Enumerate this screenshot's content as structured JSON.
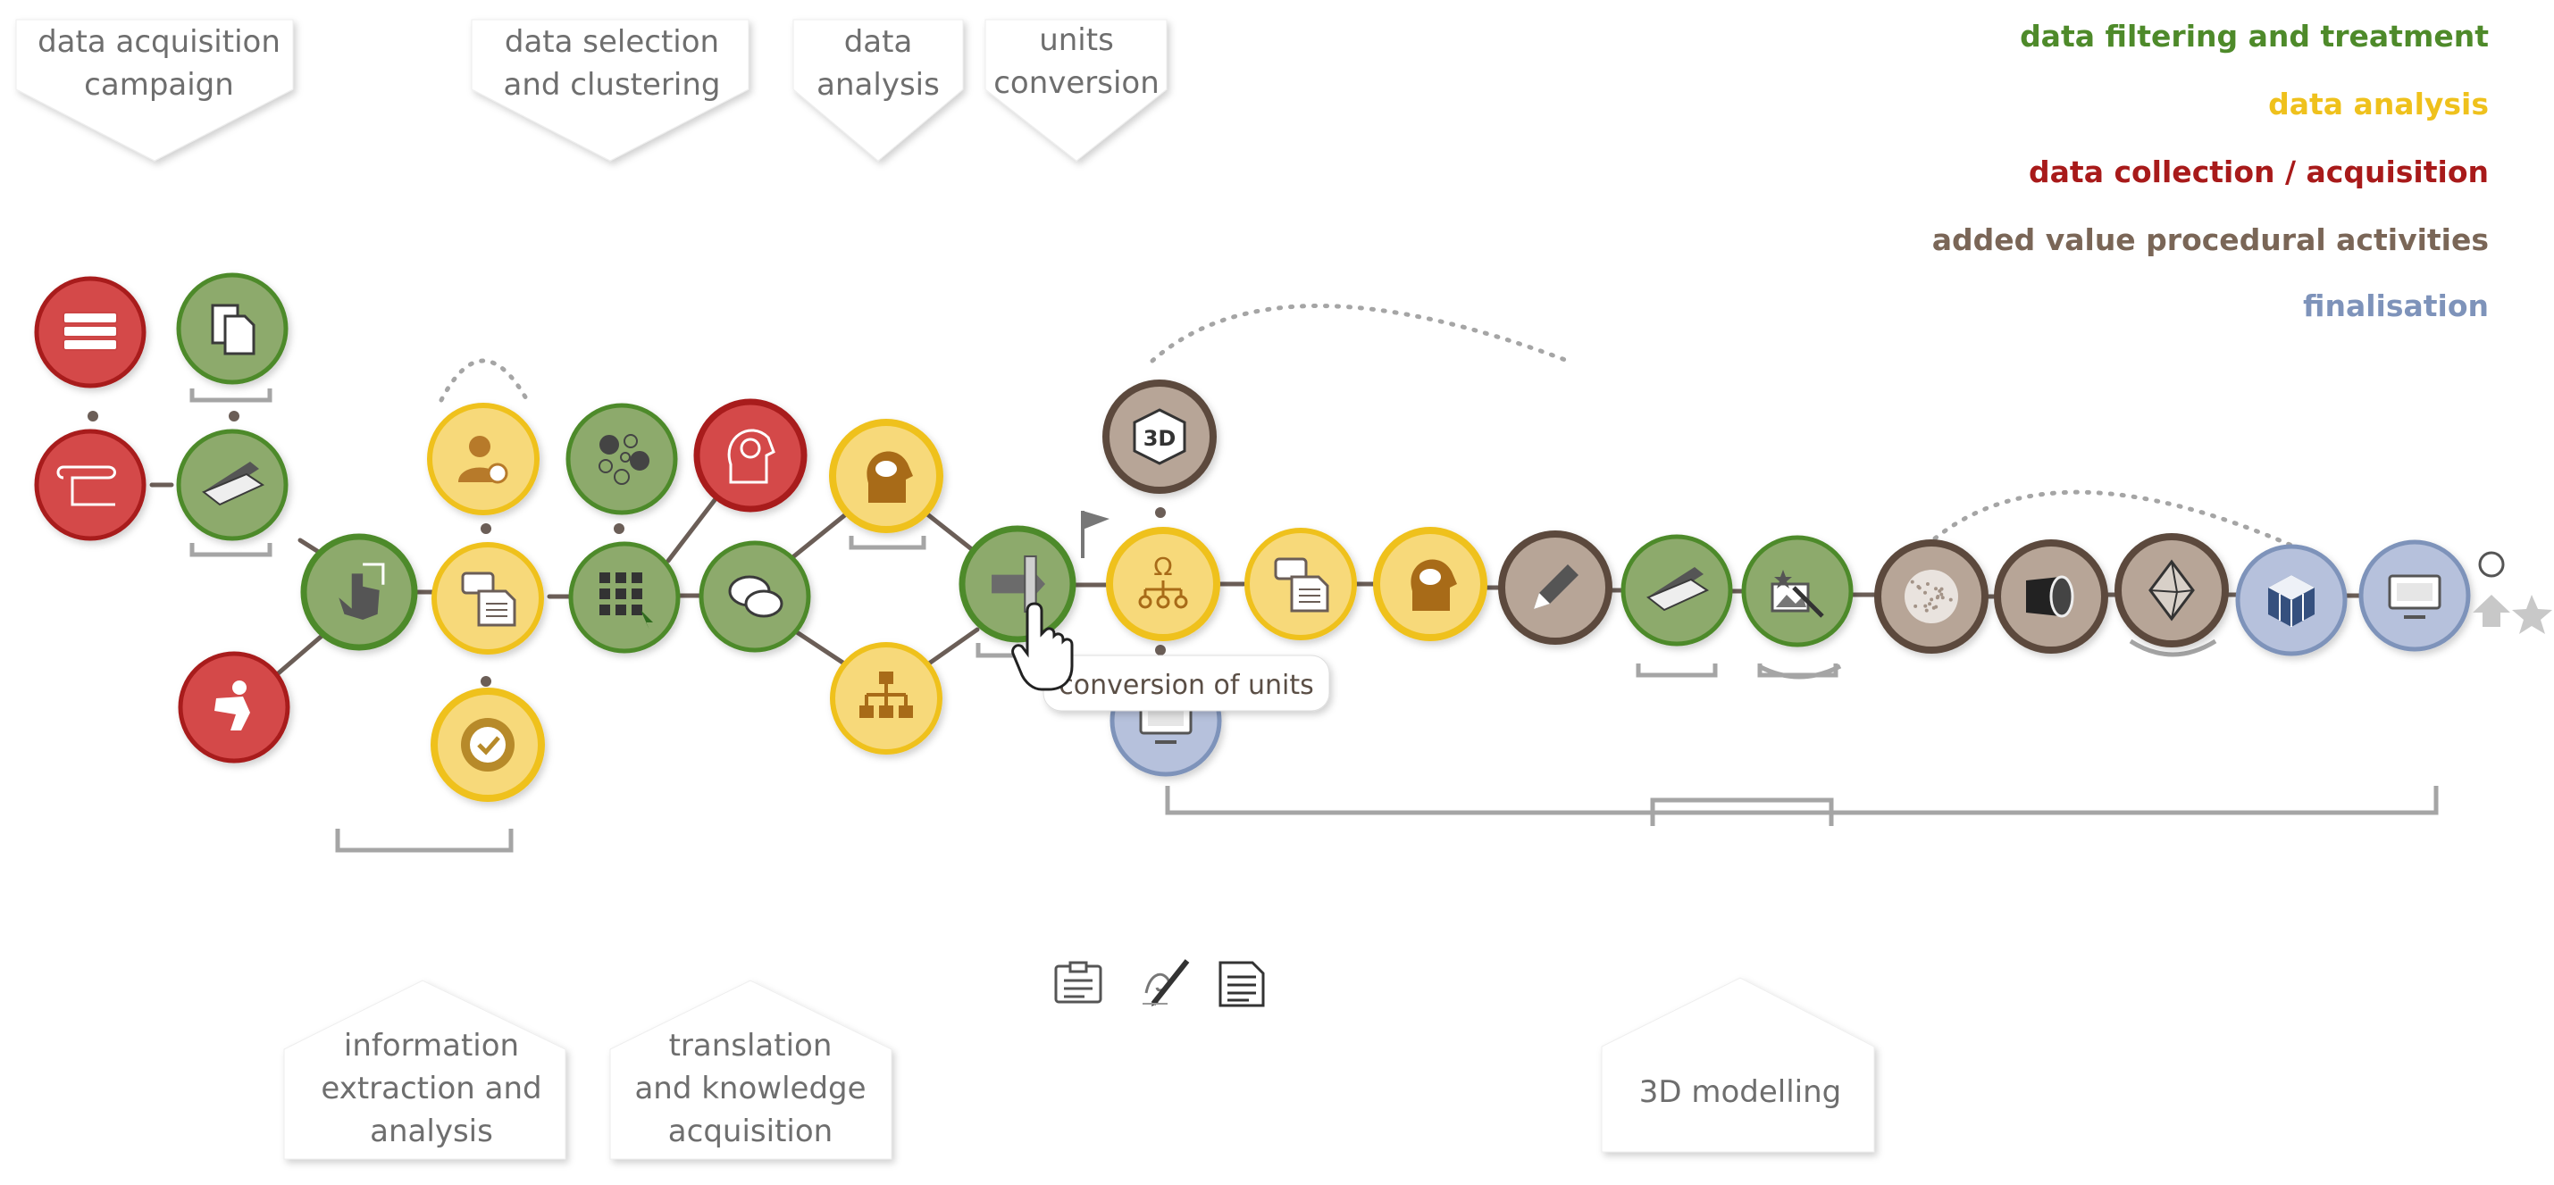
{
  "stage_labels_top": [
    {
      "id": "data-acquisition-campaign",
      "lines": [
        "data acquisition",
        "campaign"
      ]
    },
    {
      "id": "data-selection-clustering",
      "lines": [
        "data selection",
        "and clustering"
      ]
    },
    {
      "id": "data-analysis",
      "lines": [
        "data",
        "analysis"
      ]
    },
    {
      "id": "units-conversion",
      "lines": [
        "units",
        "conversion"
      ]
    }
  ],
  "stage_labels_bottom": [
    {
      "id": "information-extraction",
      "lines": [
        "information",
        "extraction and",
        "analysis"
      ]
    },
    {
      "id": "translation-knowledge",
      "lines": [
        "translation",
        "and knowledge",
        "acquisition"
      ]
    },
    {
      "id": "3d-modelling",
      "lines": [
        "3D modelling"
      ]
    }
  ],
  "legend": [
    {
      "label": "data filtering and treatment",
      "color": "#4e8a2a"
    },
    {
      "label": "data analysis",
      "color": "#efc11c"
    },
    {
      "label": "data collection / acquisition",
      "color": "#a81a1a"
    },
    {
      "label": "added value procedural activities",
      "color": "#7a6657"
    },
    {
      "label": "finalisation",
      "color": "#7e93ba"
    }
  ],
  "tooltip": {
    "text": "conversion of units"
  },
  "colors": {
    "collection": "#d44a4a",
    "collection_ring": "#a81a1a",
    "filtering": "#8daa6c",
    "filtering_ring": "#4e8a2a",
    "analysis": "#f7d97a",
    "analysis_ring": "#efc11c",
    "procedural": "#b7a597",
    "procedural_ring": "#5b4a3e",
    "finalisation": "#b6c1dc",
    "finalisation_ring": "#7e93ba",
    "connector": "#6b5e57"
  },
  "nodes": [
    {
      "id": "books",
      "icon": "books-icon",
      "category": "collection"
    },
    {
      "id": "scroll",
      "icon": "scroll-icon",
      "category": "collection"
    },
    {
      "id": "photographer",
      "icon": "photographer-icon",
      "category": "collection"
    },
    {
      "id": "copy-docs",
      "icon": "copy-documents-icon",
      "category": "filtering"
    },
    {
      "id": "scanner-1",
      "icon": "scanner-icon",
      "category": "filtering"
    },
    {
      "id": "hand-touch",
      "icon": "hand-touch-icon",
      "category": "filtering"
    },
    {
      "id": "user-check",
      "icon": "user-check-icon",
      "category": "analysis"
    },
    {
      "id": "doc-comment-1",
      "icon": "document-comment-icon",
      "category": "analysis"
    },
    {
      "id": "badge-check",
      "icon": "badge-check-icon",
      "category": "analysis"
    },
    {
      "id": "clusters",
      "icon": "clusters-icon",
      "category": "filtering"
    },
    {
      "id": "grid-select",
      "icon": "grid-select-icon",
      "category": "filtering"
    },
    {
      "id": "head-brain",
      "icon": "head-brain-icon",
      "category": "collection"
    },
    {
      "id": "chat",
      "icon": "chat-bubbles-icon",
      "category": "filtering"
    },
    {
      "id": "head-thought-1",
      "icon": "head-thought-icon",
      "category": "analysis"
    },
    {
      "id": "hierarchy",
      "icon": "hierarchy-icon",
      "category": "analysis"
    },
    {
      "id": "ruler-convert",
      "icon": "ruler-convert-icon",
      "category": "filtering"
    },
    {
      "id": "three-d",
      "icon": "3d-cube-icon",
      "category": "procedural"
    },
    {
      "id": "monitor-1",
      "icon": "monitor-icon",
      "category": "finalisation"
    },
    {
      "id": "omega-tree",
      "icon": "omega-tree-icon",
      "category": "analysis"
    },
    {
      "id": "doc-comment-2",
      "icon": "document-comment-icon",
      "category": "analysis"
    },
    {
      "id": "head-thought-2",
      "icon": "head-thought-icon",
      "category": "analysis"
    },
    {
      "id": "pencil",
      "icon": "pencil-icon",
      "category": "procedural"
    },
    {
      "id": "scanner-2",
      "icon": "scanner-icon",
      "category": "filtering"
    },
    {
      "id": "image-wand",
      "icon": "image-wand-icon",
      "category": "filtering"
    },
    {
      "id": "point-cloud",
      "icon": "point-cloud-icon",
      "category": "procedural"
    },
    {
      "id": "spotlight",
      "icon": "spotlight-icon",
      "category": "procedural"
    },
    {
      "id": "octahedron",
      "icon": "octahedron-icon",
      "category": "procedural"
    },
    {
      "id": "cube-blocks",
      "icon": "cube-blocks-icon",
      "category": "finalisation"
    },
    {
      "id": "monitor-2",
      "icon": "monitor-icon",
      "category": "finalisation"
    }
  ],
  "bottom_tools": [
    {
      "id": "clipboard",
      "icon": "clipboard-icon"
    },
    {
      "id": "sketch",
      "icon": "sketch-pencil-icon"
    },
    {
      "id": "document",
      "icon": "document-icon"
    }
  ],
  "end_markers": [
    {
      "id": "circle",
      "icon": "circle-outline-icon"
    },
    {
      "id": "up",
      "icon": "arrow-up-icon"
    },
    {
      "id": "star",
      "icon": "star-icon"
    }
  ]
}
